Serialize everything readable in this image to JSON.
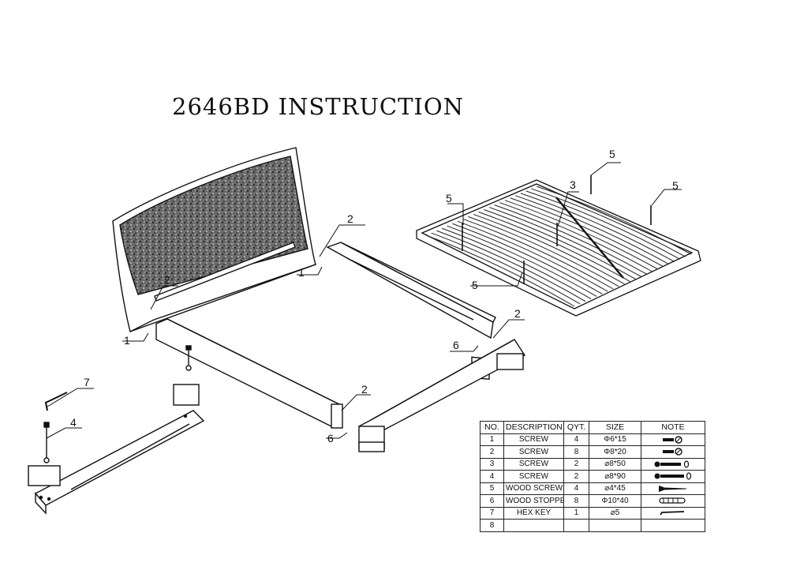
{
  "title": "2646BD INSTRUCTION",
  "callouts": {
    "headboard_top": "2",
    "headboard_top_screw": "1",
    "headboard_mid": "2",
    "headboard_bottom_screw": "1",
    "slat_left": "5",
    "slat_center_top": "5",
    "slat_center_screw": "3",
    "slat_right": "5",
    "slat_bottom": "5",
    "rail_right_end": "2",
    "rail_right_stopper": "6",
    "footboard_joint": "2",
    "footboard_stopper": "6",
    "hex_key": "7",
    "leg_screw": "4"
  },
  "table": {
    "headers": [
      "NO.",
      "DESCRIPTION",
      "QYT.",
      "SIZE",
      "NOTE"
    ],
    "rows": [
      {
        "no": "1",
        "description": "SCREW",
        "qty": "4",
        "size": "Φ6*15",
        "icon": "short-screw-icon"
      },
      {
        "no": "2",
        "description": "SCREW",
        "qty": "8",
        "size": "Φ8*20",
        "icon": "short-screw-icon"
      },
      {
        "no": "3",
        "description": "SCREW",
        "qty": "2",
        "size": "⌀8*50",
        "icon": "bolt-with-washer-icon"
      },
      {
        "no": "4",
        "description": "SCREW",
        "qty": "2",
        "size": "⌀8*90",
        "icon": "long-bolt-with-washer-icon"
      },
      {
        "no": "5",
        "description": "WOOD SCREW",
        "qty": "4",
        "size": "⌀4*45",
        "icon": "wood-screw-icon"
      },
      {
        "no": "6",
        "description": "WOOD STOPPER",
        "qty": "8",
        "size": "Φ10*40",
        "icon": "wood-dowel-icon"
      },
      {
        "no": "7",
        "description": "HEX KEY",
        "qty": "1",
        "size": "⌀5",
        "icon": "hex-key-icon"
      },
      {
        "no": "8",
        "description": "",
        "qty": "",
        "size": "",
        "icon": ""
      }
    ]
  }
}
